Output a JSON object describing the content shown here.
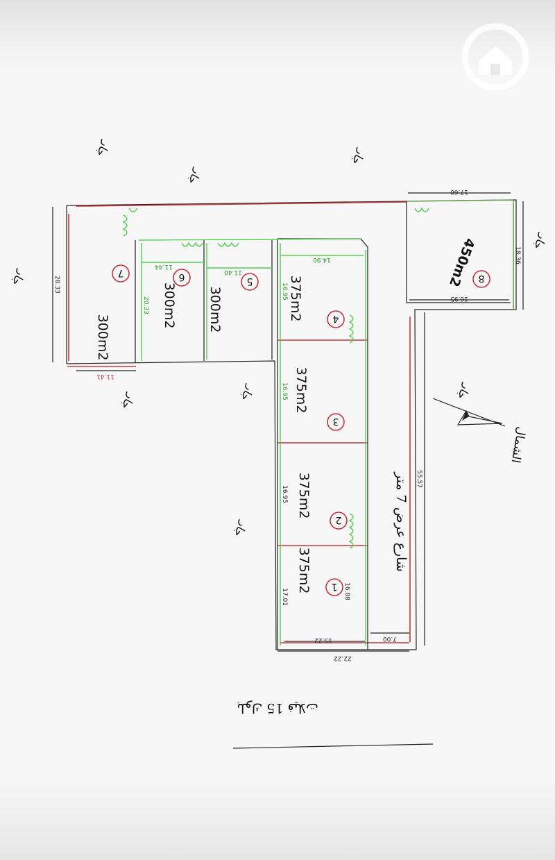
{
  "plots": [
    {
      "number": "1",
      "area": "375m2"
    },
    {
      "number": "2",
      "area": "375m2"
    },
    {
      "number": "3",
      "area": "375m2"
    },
    {
      "number": "4",
      "area": "375m2"
    },
    {
      "number": "5",
      "area": "300m2"
    },
    {
      "number": "6",
      "area": "300m2"
    },
    {
      "number": "7",
      "area": "300m2"
    },
    {
      "number": "8",
      "area": "450m2"
    }
  ],
  "dimensions": {
    "top_right": "17.60",
    "right_side": "18.36",
    "plot8_bottom": "16.95",
    "street_length": "55.57",
    "left_side": "28.33",
    "bottom_left": "11.41",
    "plot6_width": "11.44",
    "plot5_width": "11.40",
    "plot4_width": "14.90",
    "plot4_side": "16.95",
    "plot6_side": "20.33",
    "plot3_side": "16.95",
    "plot2_side": "16.95",
    "plot1_side": "17.01",
    "plot1_right": "16.88",
    "street_width": "7.00",
    "plot1_bottom": "15.22",
    "total_bottom": "22.22"
  },
  "labels": {
    "neighbor": "جار",
    "north": "الشمال",
    "street": "شارع عرض 7 متر",
    "block": "بلوك 15 فيلات"
  },
  "colors": {
    "boundary_red": "#c43a3a",
    "plot_green": "#4fd04f",
    "number_circle": "#c7313a"
  },
  "icons": {
    "watermark": "home-watermark-icon",
    "north_arrow": "north-arrow-icon",
    "circle_marker": "circle-number-marker"
  }
}
